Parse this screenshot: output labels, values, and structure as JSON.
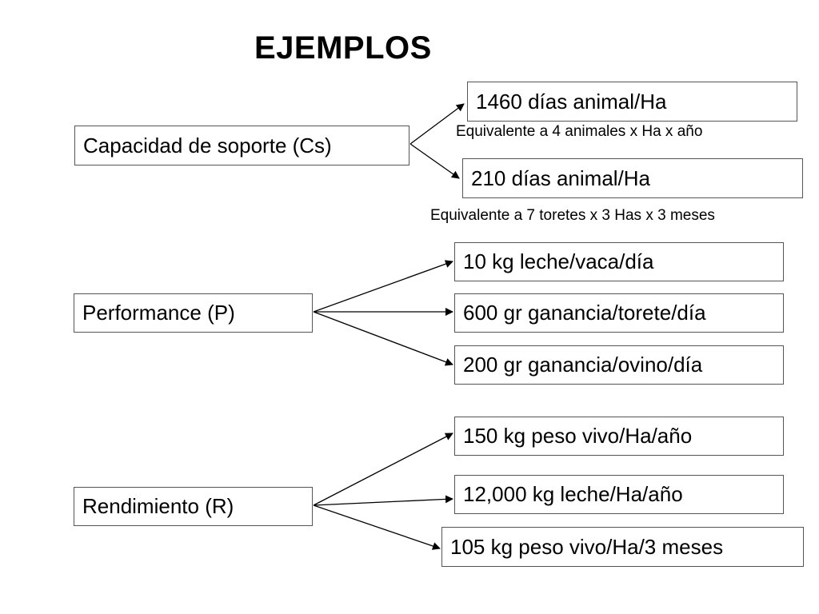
{
  "title": "EJEMPLOS",
  "groups": [
    {
      "label": "Capacidad de soporte (Cs)",
      "items": [
        {
          "text": "1460 días animal/Ha",
          "note": "Equivalente a 4 animales x Ha x año"
        },
        {
          "text": "210 días animal/Ha",
          "note": "Equivalente a 7 toretes x 3 Has x 3 meses"
        }
      ]
    },
    {
      "label": "Performance (P)",
      "items": [
        {
          "text": "10 kg leche/vaca/día"
        },
        {
          "text": "600 gr ganancia/torete/día"
        },
        {
          "text": "200 gr ganancia/ovino/día"
        }
      ]
    },
    {
      "label": "Rendimiento (R)",
      "items": [
        {
          "text": "150 kg  peso vivo/Ha/año"
        },
        {
          "text": "12,000 kg leche/Ha/año"
        },
        {
          "text": "105 kg peso vivo/Ha/3 meses"
        }
      ]
    }
  ]
}
